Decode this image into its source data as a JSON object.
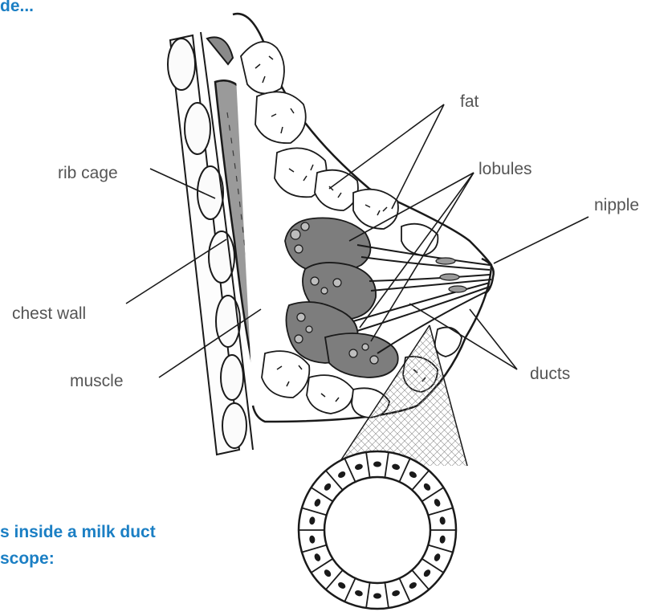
{
  "headings": {
    "top": "de...",
    "bottom_line1": "s inside a milk duct",
    "bottom_line2": "scope:"
  },
  "labels": {
    "fat": "fat",
    "lobules": "lobules",
    "nipple": "nipple",
    "rib_cage": "rib cage",
    "chest_wall": "chest wall",
    "muscle": "muscle",
    "ducts": "ducts"
  },
  "colors": {
    "heading": "#1b7fc4",
    "label": "#555555",
    "line": "#1a1a1a",
    "tissue": "#6e6e6e"
  }
}
